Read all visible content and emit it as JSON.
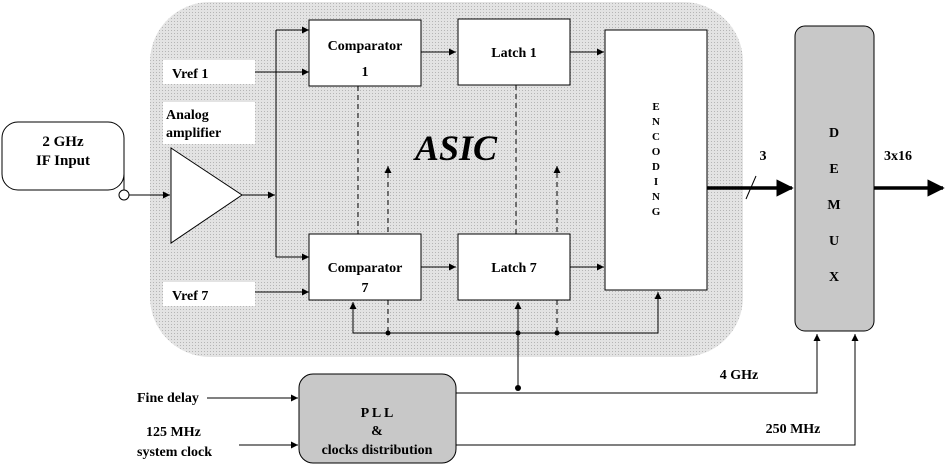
{
  "asic": {
    "title": "ASIC"
  },
  "if_input": {
    "line1": "2 GHz",
    "line2": "IF Input"
  },
  "amplifier": {
    "line1": "Analog",
    "line2": "amplifier"
  },
  "vref_top": "Vref 1",
  "vref_bottom": "Vref 7",
  "comparator_top": {
    "line1": "Comparator",
    "line2": "1"
  },
  "comparator_bottom": {
    "line1": "Comparator",
    "line2": "7"
  },
  "latch_top": "Latch 1",
  "latch_bottom": "Latch 7",
  "encoding": {
    "letters": [
      "E",
      "N",
      "C",
      "O",
      "D",
      "I",
      "N",
      "G"
    ]
  },
  "demux": {
    "letters": [
      "D",
      "E",
      "M",
      "U",
      "X"
    ]
  },
  "bus_width_in": "3",
  "bus_width_out": "3x16",
  "pll": {
    "line1": "P L L",
    "line2": "&",
    "line3": "clocks distribution"
  },
  "fine_delay": "Fine delay",
  "system_clock": {
    "line1": "125 MHz",
    "line2": "system  clock"
  },
  "clock_4ghz": "4 GHz",
  "clock_250mhz": "250 MHz",
  "colors": {
    "asic_fill": "#d9d9d9",
    "block_fill": "#c8c8c8",
    "box_fill": "#ffffff",
    "stroke": "#000000"
  }
}
